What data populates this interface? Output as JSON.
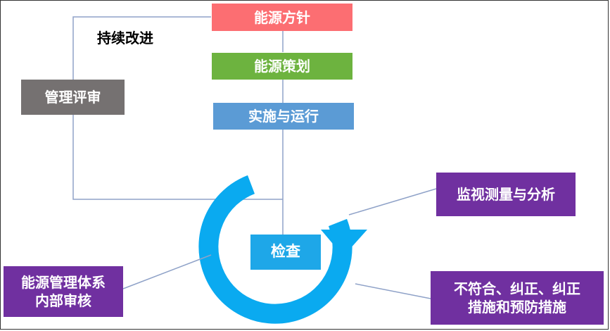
{
  "diagram": {
    "top_box_1": "能源方针",
    "top_box_2": "能源策划",
    "top_box_3": "实施与运行",
    "loop_label": "持续改进",
    "review_box": "管理评审",
    "check_box": "检查",
    "monitor_box": "监视测量与分析",
    "audit_box_line1": "能源管理体系",
    "audit_box_line2": "内部审核",
    "nonconform_box_line1": "不符合、纠正、纠正",
    "nonconform_box_line2": "措施和预防措施"
  },
  "colors": {
    "policy": "#fc6e72",
    "planning": "#6db33f",
    "operation": "#5b9bd5",
    "review": "#757171",
    "check": "#1ea7e8",
    "cycle_arrow": "#0aaaf0",
    "purple": "#7030a0",
    "connector": "#8fa2c8"
  }
}
